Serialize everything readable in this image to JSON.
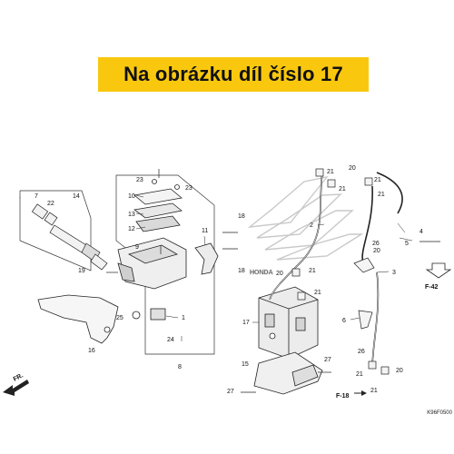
{
  "banner": {
    "text": "Na obrázku díl číslo 17",
    "color": "#f9c80e"
  },
  "diagram": {
    "brand_watermark": "HONDA",
    "diagram_code": "K96F0500",
    "direction_label": "FR.",
    "part_labels": {
      "p1": "1",
      "p2": "2",
      "p3": "3",
      "p4": "4",
      "p5": "5",
      "p6": "6",
      "p7": "7",
      "p8": "8",
      "p9": "9",
      "p10": "10",
      "p11": "11",
      "p12": "12",
      "p13": "13",
      "p14": "14",
      "p15": "15",
      "p16": "16",
      "p17": "17",
      "p18": "18",
      "p19": "19",
      "p20": "20",
      "p21": "21",
      "p22": "22",
      "p23": "23",
      "p24": "24",
      "p25": "25",
      "p26": "26",
      "p27": "27"
    },
    "refs": {
      "f42": "F-42",
      "f18": "F-18"
    }
  }
}
